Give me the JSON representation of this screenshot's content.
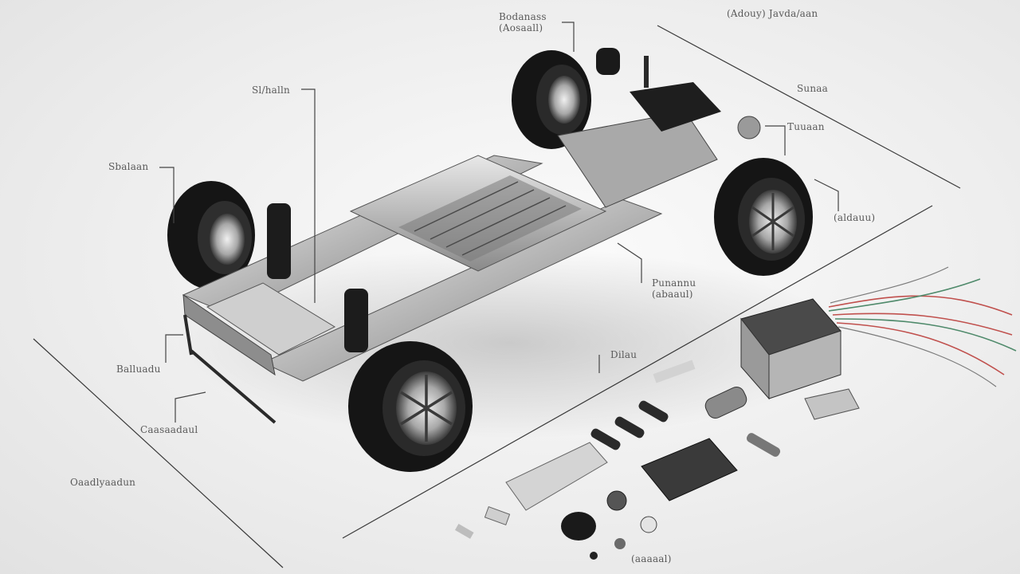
{
  "labels": {
    "top_center_line1": "Bodanass",
    "top_center_line2": "(Aosaall)",
    "top_right": "(Adouy) Javda/aan",
    "left_upper": "Sl/halln",
    "left_mid": "Sbalaan",
    "right_upper": "Sunaa",
    "right_mid1": "Tuuaan",
    "right_mid2": "(aldauu)",
    "center_right_line1": "Punannu",
    "center_right_line2": "(abaaul)",
    "left_lower": "Balluadu",
    "left_bottom": "Caasaadaul",
    "far_left_bottom": "Oaadlyaadun",
    "parts_label": "Dilau",
    "bottom_label": "(aaaaal)"
  },
  "colors": {
    "background": "#eeeeee",
    "chassis_metal": "#b8b8b8",
    "tire": "#151515",
    "wire_red": "#c0504d",
    "wire_green": "#4f8a6b"
  }
}
